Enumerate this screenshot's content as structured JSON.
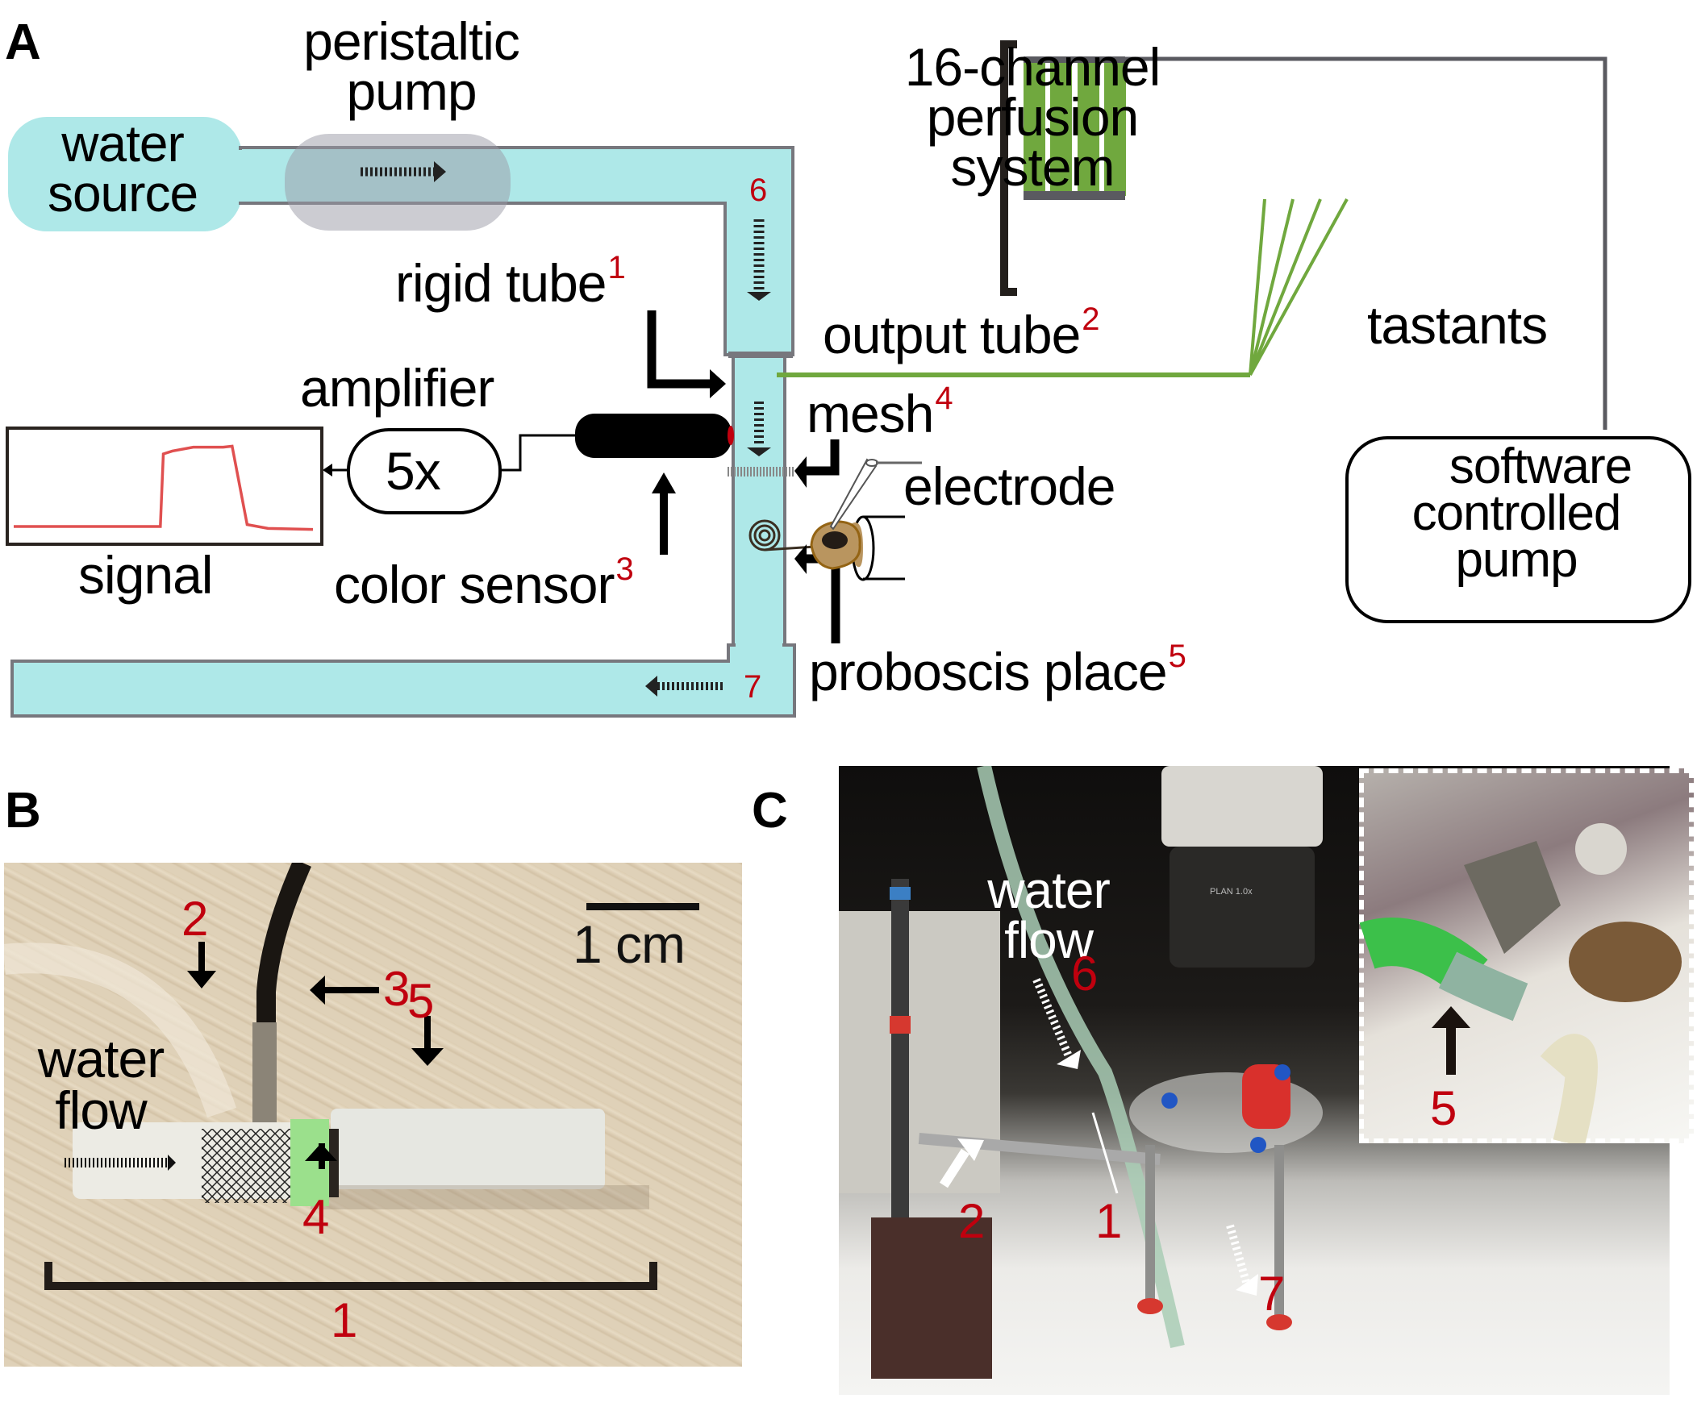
{
  "panels": {
    "a": {
      "letter": "A",
      "labels": {
        "peristaltic_pump": [
          "peristaltic",
          "pump"
        ],
        "water_source": [
          "water",
          "source"
        ],
        "rigid_tube": "rigid tube",
        "rigid_tube_num": "1",
        "output_tube": "output tube",
        "output_tube_num": "2",
        "amplifier": "amplifier",
        "amplifier_gain": "5x",
        "signal": "signal",
        "color_sensor": "color sensor",
        "color_sensor_num": "3",
        "mesh": "mesh",
        "mesh_num": "4",
        "electrode": "electrode",
        "proboscis_place": "proboscis place",
        "proboscis_place_num": "5",
        "perfusion_system": [
          "16-channel",
          "perfusion",
          "system"
        ],
        "tastants": "tastants",
        "software_pump": [
          "software",
          "controlled",
          "pump"
        ],
        "flow_6": "6",
        "flow_7": "7"
      },
      "signal_trace": [
        0.1,
        0.1,
        0.1,
        0.1,
        0.1,
        0.85,
        0.88,
        0.92,
        0.92,
        0.93,
        0.12,
        0.08,
        0.07
      ],
      "colors": {
        "tube_fill": "#aee8e8",
        "tube_edge": "#77777d",
        "pump_fill": "#a9a9b3",
        "perfusion_green": "#70a83e",
        "perfusion_cap": "#5a5a60",
        "accent_red": "#c0000e",
        "signal_red": "#e05050",
        "larva_brown": "#b9955f"
      }
    },
    "b": {
      "letter": "B",
      "labels": {
        "water_flow": [
          "water",
          "flow"
        ],
        "scale_bar": "1 cm",
        "num_1": "1",
        "num_2": "2",
        "num_3": "3",
        "num_4": "4",
        "num_5": "5"
      }
    },
    "c": {
      "letter": "C",
      "labels": {
        "water_flow": [
          "water",
          "flow"
        ],
        "num_1": "1",
        "num_2": "2",
        "num_5": "5",
        "num_6": "6",
        "num_7": "7",
        "objective_text": "PLAN 1.0x"
      }
    }
  }
}
